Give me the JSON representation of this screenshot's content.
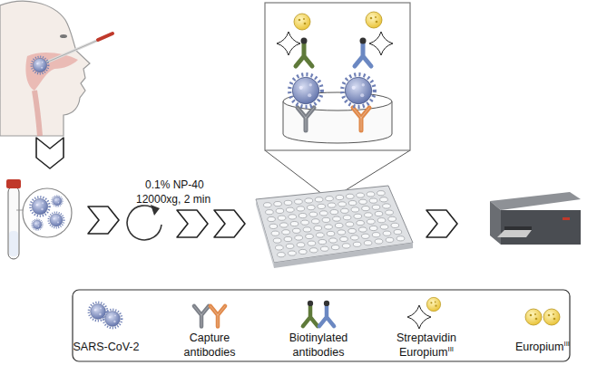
{
  "diagram": {
    "labels": [
      "0.1% NP-40",
      "12000xg, 2 min",
      "III",
      "III"
    ],
    "legend": [
      {
        "text": "SARS-CoV-2"
      },
      {
        "text": "Capture antibodies"
      },
      {
        "text": "Biotinylated antibodies"
      },
      {
        "text": "Streptavidin Europium"
      },
      {
        "text": "Europium"
      }
    ]
  }
}
